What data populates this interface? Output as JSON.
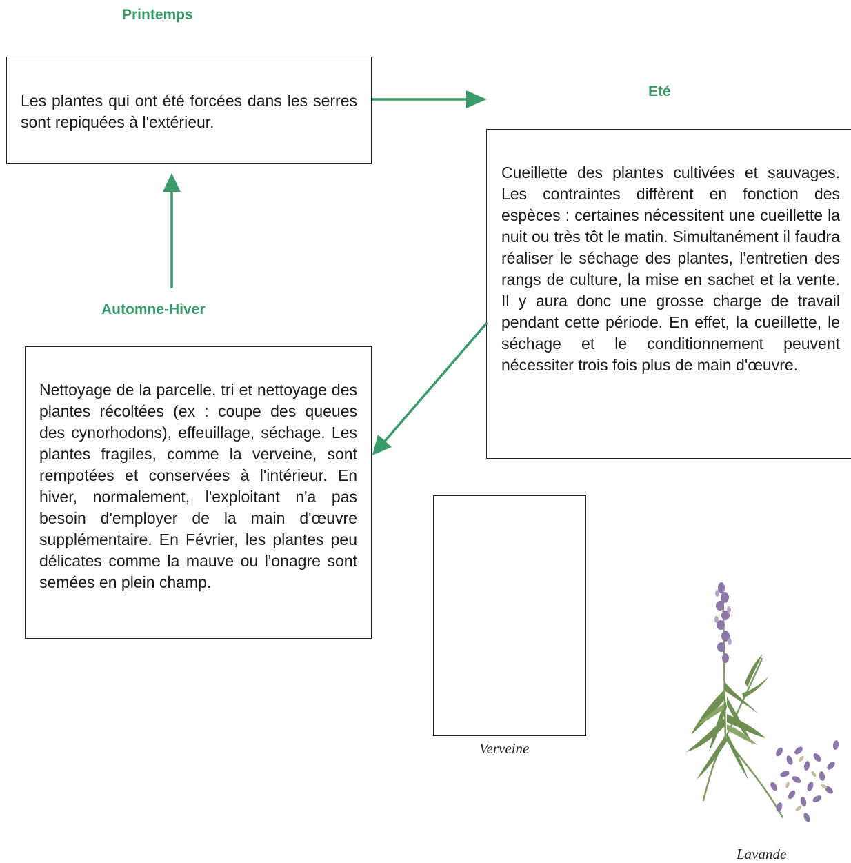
{
  "seasons": {
    "printemps": {
      "title": "Printemps",
      "text": "Les plantes qui ont été forcées dans les serres sont repiquées à l'extérieur."
    },
    "ete": {
      "title": "Eté",
      "text": "Cueillette des plantes cultivées et sauvages. Les contraintes diffèrent en fonction des espèces : certaines nécessitent une cueillette la nuit ou très tôt le matin. Simultanément il faudra réaliser le séchage des plantes, l'entretien des rangs de culture, la mise en sachet et la vente. Il y aura donc une grosse charge de travail pendant cette période. En effet, la cueillette, le séchage et le conditionnement peuvent nécessiter trois fois plus de main d'œuvre."
    },
    "automne_hiver": {
      "title": "Automne-Hiver",
      "text": "Nettoyage de la parcelle, tri et nettoyage des plantes récoltées (ex : coupe des queues des cynorhodons), effeuillage, séchage. Les plantes fragiles, comme la verveine, sont rempotées et conservées à l'intérieur. En hiver, normalement, l'exploitant n'a pas besoin d'employer de la main d'œuvre supplémentaire. En Février, les plantes peu délicates comme la mauve ou l'onagre sont semées en plein champ."
    }
  },
  "images": {
    "verveine": {
      "caption": "Verveine"
    },
    "lavande": {
      "caption": "Lavande"
    }
  },
  "colors": {
    "arrow": "#3a9a6a",
    "title": "#3a9a6a",
    "border": "#222222"
  }
}
